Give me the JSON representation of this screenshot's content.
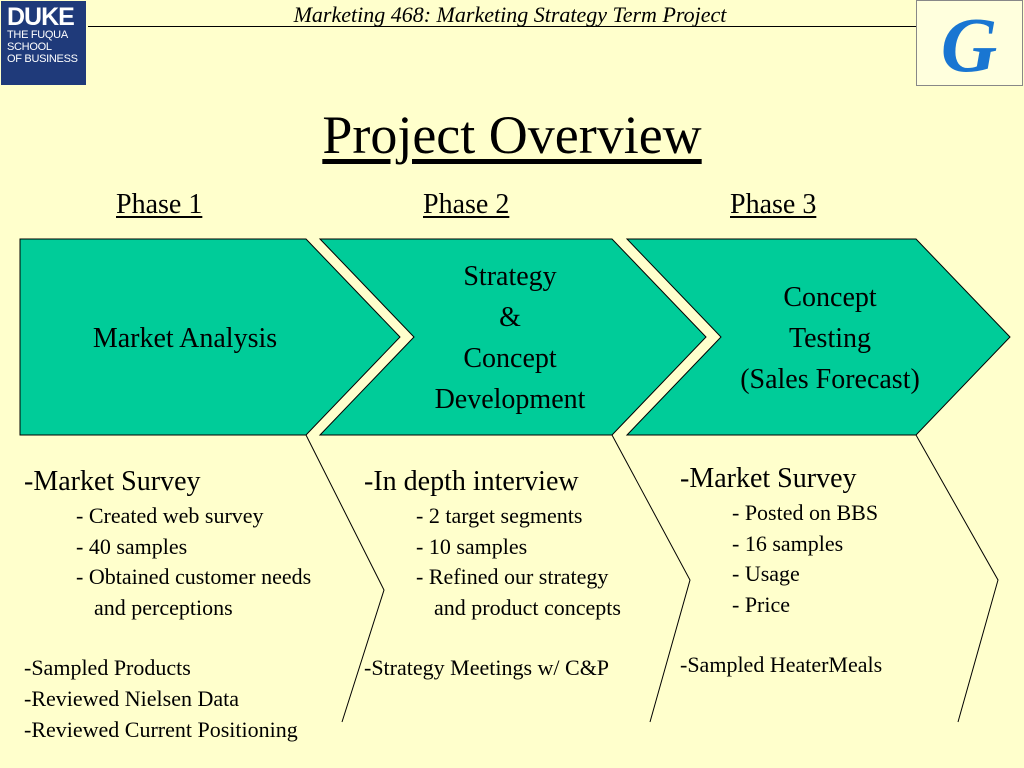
{
  "header": {
    "title": "Marketing 468: Marketing Strategy Term Project",
    "duke_logo_line1": "DUKE",
    "duke_logo_lines": [
      "THE FUQUA",
      "SCHOOL",
      "OF BUSINESS"
    ],
    "gm_logo_text": "G"
  },
  "page_title": "Project Overview",
  "phases": [
    {
      "label": "Phase 1",
      "chevron_lines": [
        "Market Analysis"
      ]
    },
    {
      "label": "Phase 2",
      "chevron_lines": [
        "Strategy",
        "&",
        "Concept",
        "Development"
      ]
    },
    {
      "label": "Phase 3",
      "chevron_lines": [
        "Concept",
        "Testing",
        "(Sales Forecast)"
      ]
    }
  ],
  "columns": [
    {
      "head": "-Market Survey",
      "subs": [
        "- Created web survey",
        "- 40 samples",
        "- Obtained customer needs"
      ],
      "sub_cont": "and perceptions",
      "extras": [
        "-Sampled Products",
        "-Reviewed Nielsen Data",
        "-Reviewed Current Positioning"
      ]
    },
    {
      "head": "-In depth interview",
      "subs": [
        "- 2 target segments",
        "- 10 samples",
        "- Refined our strategy"
      ],
      "sub_cont": "and product concepts",
      "extras": [
        "-Strategy Meetings w/ C&P"
      ]
    },
    {
      "head": "-Market Survey",
      "subs": [
        "- Posted on BBS",
        "- 16 samples",
        "- Usage",
        "- Price"
      ],
      "extras": [
        "-Sampled HeaterMeals"
      ]
    }
  ],
  "colors": {
    "background": "#FFFFCC",
    "chevron": "#00CC99",
    "logo_blue": "#1F3A7A"
  }
}
